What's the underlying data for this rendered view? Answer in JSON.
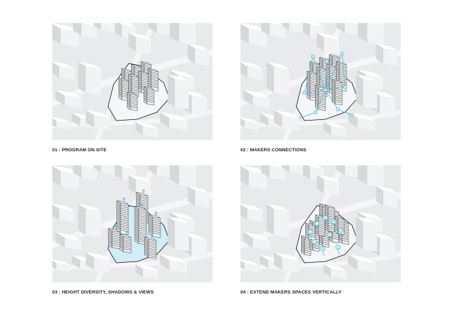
{
  "panels": [
    {
      "caption": "01 : PROGRAM ON SITE",
      "variant": "program"
    },
    {
      "caption": "02 : MAKERS CONNECTIONS",
      "variant": "connections"
    },
    {
      "caption": "03 : HEIGHT DIVERSITY, SHADOWS & VIEWS",
      "variant": "height"
    },
    {
      "caption": "04 : EXTEND MAKERS SPACES VERTICALLY",
      "variant": "vertical"
    }
  ],
  "colors": {
    "background": "#e9eaeb",
    "context_top": "#ffffff",
    "context_side": "#d6d8da",
    "context_shadow": "#c9cccf",
    "road": "#f6f6f6",
    "site_fill": "#f4f6f7",
    "site_outline": "#111111",
    "program_hatch": "#1a1a1a",
    "accent": "#5cc3dd",
    "accent_fill": "#cfeef6"
  }
}
